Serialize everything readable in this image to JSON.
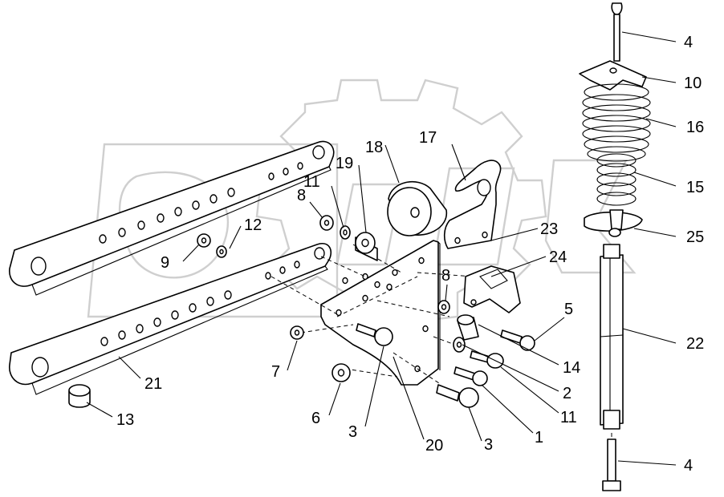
{
  "callouts": [
    {
      "id": "c4a",
      "text": "4"
    },
    {
      "id": "c10",
      "text": "10"
    },
    {
      "id": "c16",
      "text": "16"
    },
    {
      "id": "c15",
      "text": "15"
    },
    {
      "id": "c25",
      "text": "25"
    },
    {
      "id": "c22",
      "text": "22"
    },
    {
      "id": "c4b",
      "text": "4"
    },
    {
      "id": "c17",
      "text": "17"
    },
    {
      "id": "c18",
      "text": "18"
    },
    {
      "id": "c19",
      "text": "19"
    },
    {
      "id": "c11a",
      "text": "11"
    },
    {
      "id": "c8a",
      "text": "8"
    },
    {
      "id": "c12",
      "text": "12"
    },
    {
      "id": "c9",
      "text": "9"
    },
    {
      "id": "c23",
      "text": "23"
    },
    {
      "id": "c24",
      "text": "24"
    },
    {
      "id": "c8b",
      "text": "8"
    },
    {
      "id": "c5",
      "text": "5"
    },
    {
      "id": "c14",
      "text": "14"
    },
    {
      "id": "c2",
      "text": "2"
    },
    {
      "id": "c11b",
      "text": "11"
    },
    {
      "id": "c1",
      "text": "1"
    },
    {
      "id": "c3a",
      "text": "3"
    },
    {
      "id": "c3b",
      "text": "3"
    },
    {
      "id": "c20",
      "text": "20"
    },
    {
      "id": "c7",
      "text": "7"
    },
    {
      "id": "c6",
      "text": "6"
    },
    {
      "id": "c21",
      "text": "21"
    },
    {
      "id": "c13",
      "text": "13"
    }
  ]
}
